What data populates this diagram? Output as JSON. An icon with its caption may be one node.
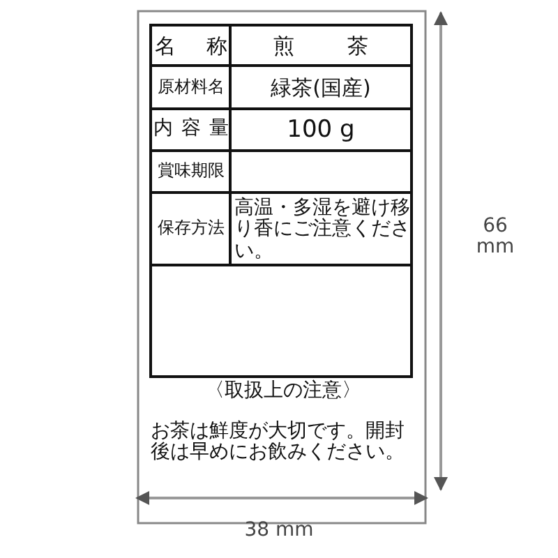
{
  "diagram": {
    "labels": [
      "名称",
      "煎茶",
      "原材料名",
      "緑茶(国産)",
      "内容量",
      "100 g",
      "賞味期限",
      "保存方法",
      "高温・多湿を避け移り香にご注意ください。",
      "〈取扱上の注意〉",
      "お茶は鮮度が大切です。開封後は早めにお飲みください。",
      "66 mm",
      "38 mm"
    ]
  }
}
